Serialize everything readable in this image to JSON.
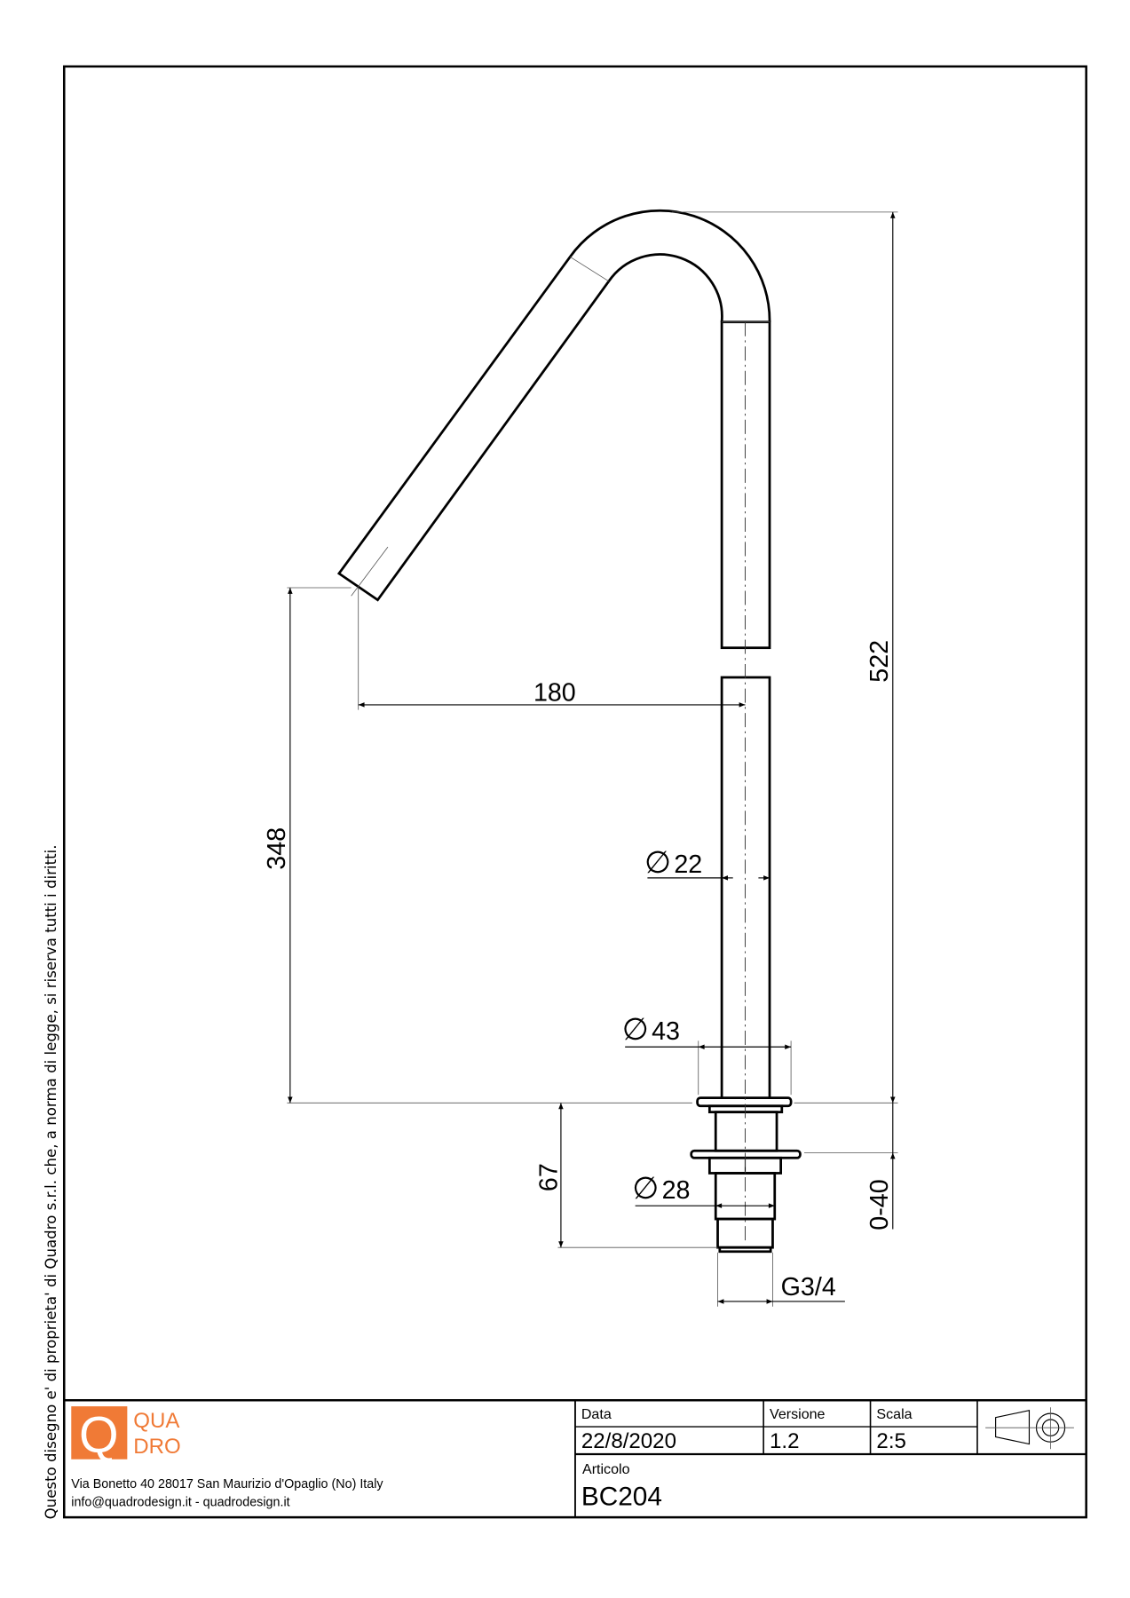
{
  "side_note": "Questo disegno e' di proprieta' di Quadro s.r.l. che, a norma di legge, si riserva tutti i diritti.",
  "dimensions": {
    "total_height": "522",
    "adjust_range": "0-40",
    "spout_height": "348",
    "spout_reach": "180",
    "pipe_diameter": "22",
    "flange_diameter": "43",
    "shank_length": "67",
    "shank_diameter": "28",
    "thread": "G3/4",
    "diameter_symbol": "∅"
  },
  "title_block": {
    "logo": {
      "line1": "QUA",
      "line2": "DRO",
      "letter": "Q",
      "color": "#F07A36"
    },
    "address_line1": "Via Bonetto 40  28017 San Maurizio d'Opaglio (No) Italy",
    "address_line2": "info@quadrodesign.it  -  quadrodesign.it",
    "date_label": "Data",
    "date_value": "22/8/2020",
    "version_label": "Versione",
    "version_value": "1.2",
    "scale_label": "Scala",
    "scale_value": "2:5",
    "article_label": "Articolo",
    "article_value": "BC204",
    "projection_icon": "first-angle-projection-icon"
  }
}
